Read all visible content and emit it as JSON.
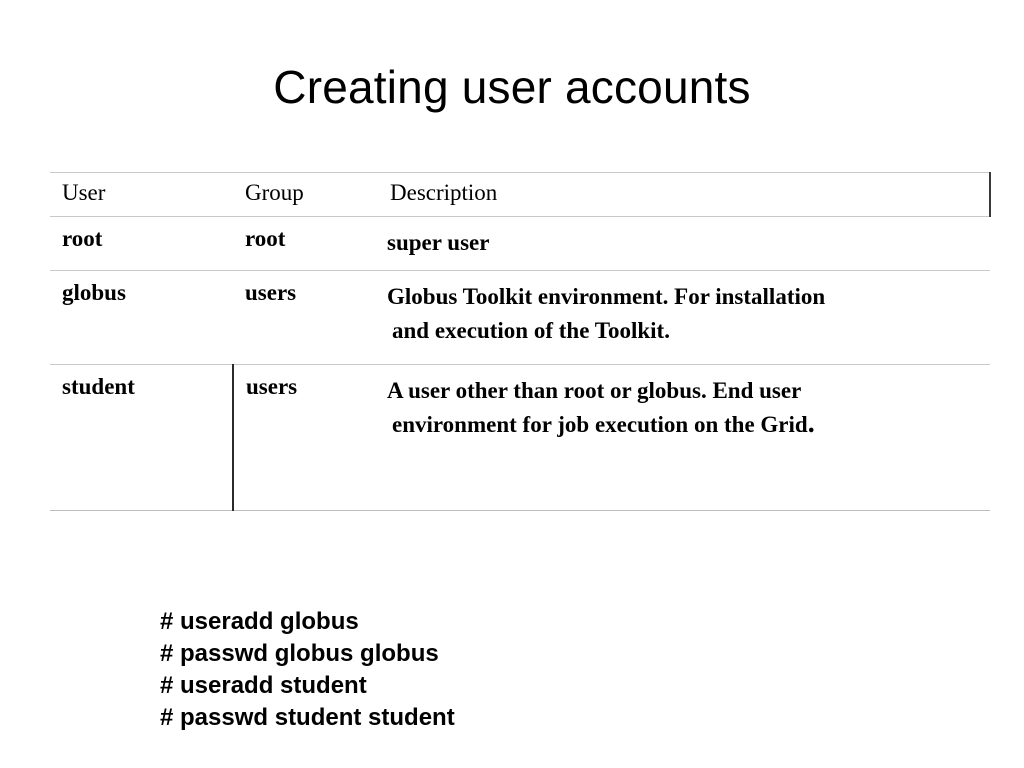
{
  "slide": {
    "title": "Creating user accounts"
  },
  "table": {
    "headers": {
      "user": "User",
      "group": "Group",
      "description": "Description"
    },
    "rows": [
      {
        "user": "root",
        "group": "root",
        "description_lines": [
          " super user"
        ]
      },
      {
        "user": "globus",
        "group": "users",
        "description_lines": [
          "Globus Toolkit environment. For installation",
          "and execution of the Toolkit."
        ]
      },
      {
        "user": "student",
        "group": "users",
        "description_lines": [
          "A user other than root or globus. End user",
          "environment for job execution on the Grid"
        ],
        "description_trailing": "."
      }
    ]
  },
  "commands": {
    "lines": [
      "# useradd globus",
      "# passwd globus globus",
      "# useradd student",
      "# passwd student student"
    ]
  },
  "colors": {
    "background": "#ffffff",
    "text": "#000000",
    "rule_light": "#c9c9c9",
    "rule_dark": "#2b2b2b"
  }
}
